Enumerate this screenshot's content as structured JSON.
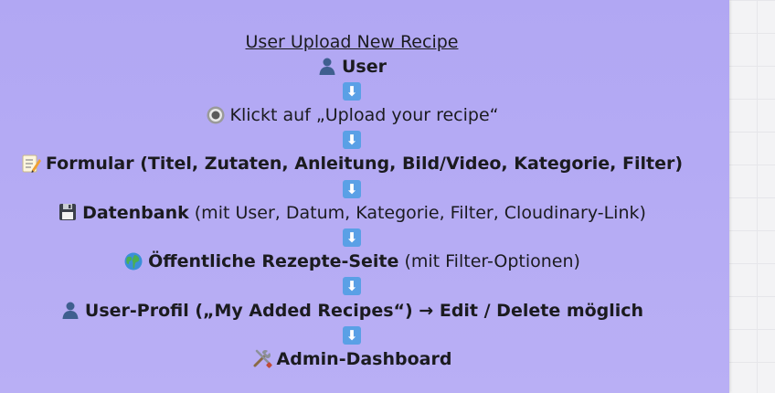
{
  "diagram": {
    "title": "User Upload New Recipe",
    "arrow_glyph": "⬇",
    "steps": [
      {
        "icon": "user-icon",
        "bold": "User",
        "rest": ""
      },
      {
        "icon": "radio-button-icon",
        "bold": "",
        "rest": "Klickt auf „Upload your recipe“"
      },
      {
        "icon": "memo-icon",
        "bold": "Formular (Titel, Zutaten, Anleitung, Bild/Video, Kategorie, Filter)",
        "rest": ""
      },
      {
        "icon": "floppy-disk-icon",
        "bold": "Datenbank",
        "rest": " (mit User, Datum, Kategorie, Filter, Cloudinary-Link)"
      },
      {
        "icon": "globe-icon",
        "bold": "Öffentliche Rezepte-Seite",
        "rest": " (mit Filter-Optionen)"
      },
      {
        "icon": "user-icon",
        "bold": "User-Profil („My Added Recipes“) → Edit / Delete möglich",
        "rest": ""
      },
      {
        "icon": "tools-icon",
        "bold": "Admin-Dashboard",
        "rest": ""
      }
    ]
  },
  "colors": {
    "note_background": "#b1a7f3",
    "arrow_box": "#5aa0e6",
    "text": "#1b1b1f"
  }
}
